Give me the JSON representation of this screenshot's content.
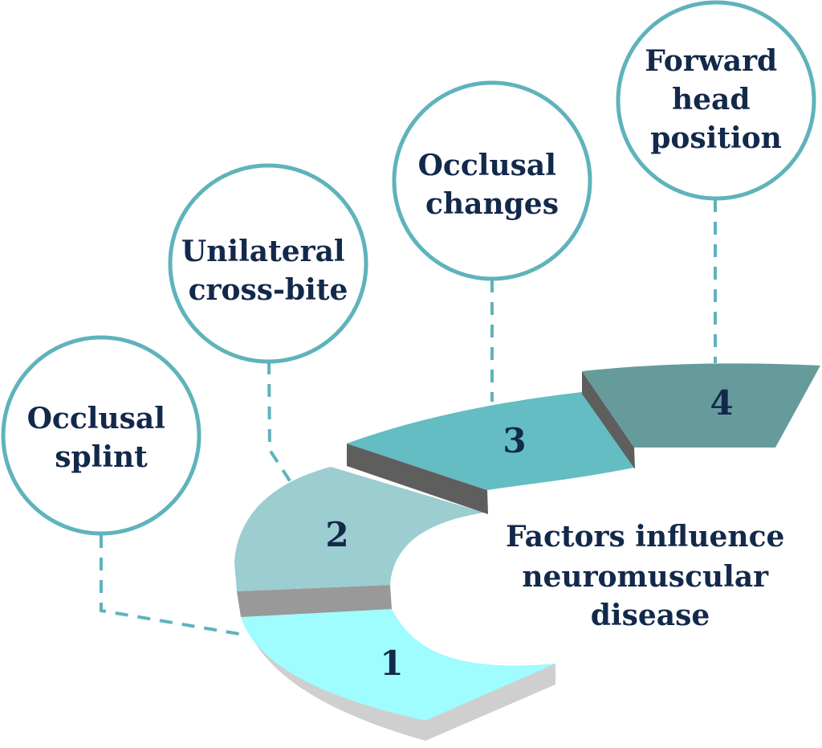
{
  "title_lines": [
    "Factors influence",
    "neuromuscular",
    "disease"
  ],
  "steps": [
    {
      "number": "1",
      "label_lines": [
        "Occlusal",
        "splint"
      ],
      "color": "#9ffcff"
    },
    {
      "number": "2",
      "label_lines": [
        "Unilateral",
        "cross-bite"
      ],
      "color": "#9ccdd0"
    },
    {
      "number": "3",
      "label_lines": [
        "Occlusal",
        "changes"
      ],
      "color": "#63bdc3"
    },
    {
      "number": "4",
      "label_lines": [
        "Forward",
        "head",
        "position"
      ],
      "color": "#669b9b"
    }
  ],
  "colors": {
    "text": "#13294b",
    "circle_stroke": "#5fb3bb",
    "riser": "#5e5e5e",
    "riser_light": "#999999",
    "base_shadow": "#cfcfcf"
  }
}
